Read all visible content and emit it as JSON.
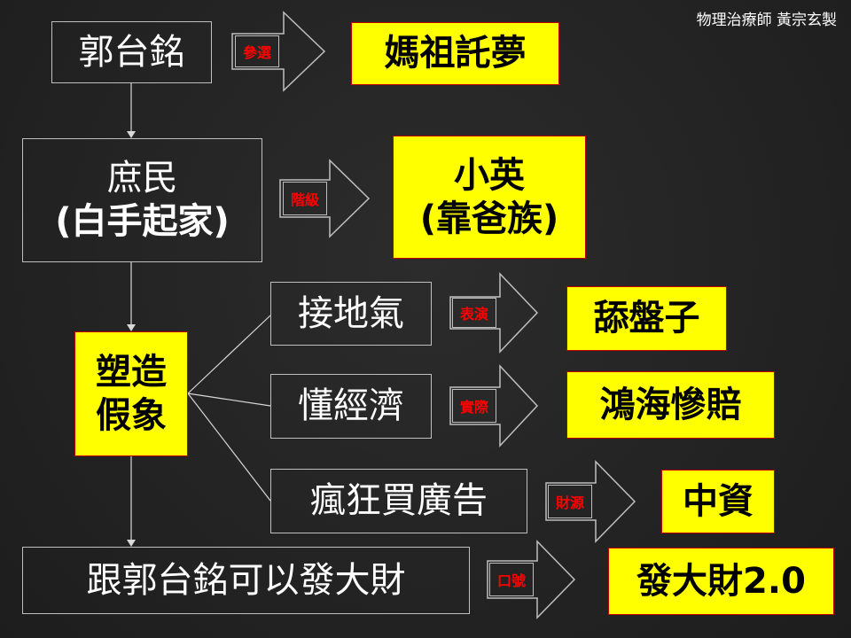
{
  "credit": "物理治療師 黃宗玄製",
  "boxes": {
    "guo": "郭台銘",
    "commoner_l1": "庶民",
    "commoner_l2": "(白手起家)",
    "image_l1": "塑造",
    "image_l2": "假象",
    "grounded": "接地氣",
    "economy": "懂經濟",
    "ads": "瘋狂買廣告",
    "rich": "跟郭台銘可以發大財"
  },
  "results": {
    "mazu": "媽祖託夢",
    "ing_l1": "小英",
    "ing_l2": "(靠爸族)",
    "lick": "舔盤子",
    "hon": "鴻海慘賠",
    "china": "中資",
    "rich2": "發大財2.0"
  },
  "arrow_labels": {
    "run": "參選",
    "class": "階級",
    "act": "表演",
    "real": "實際",
    "funds": "財源",
    "slogan": "口號"
  }
}
